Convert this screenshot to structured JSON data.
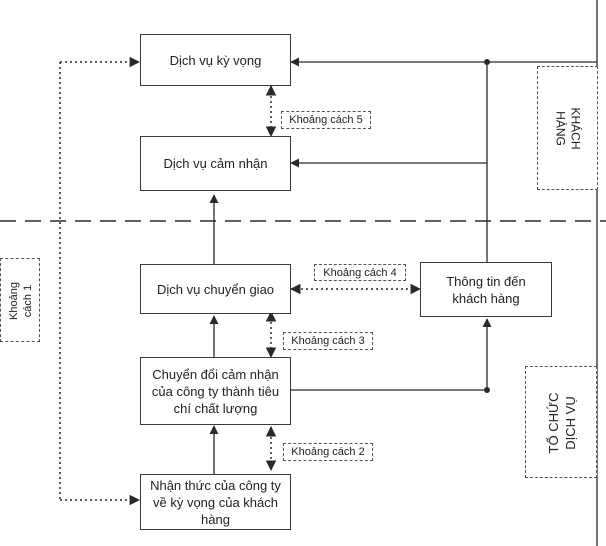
{
  "boxes": {
    "expected_service": "Dịch vụ kỳ vọng",
    "perceived_service": "Dịch vụ cảm nhận",
    "service_delivery": "Dịch vụ chuyển giao",
    "translation": "Chuyển đổi cảm nhận\ncủa công ty thành tiêu\nchí chất lượng",
    "management_perception": "Nhận thức của công ty\nvề kỳ vọng của khách\nhàng",
    "external_communication": "Thông tin đến\nkhách hàng"
  },
  "gaps": {
    "gap1": "Khoảng\ncách 1",
    "gap2": "Khoảng cách 2",
    "gap3": "Khoảng cách 3",
    "gap4": "Khoảng cách 4",
    "gap5": "Khoảng cách 5"
  },
  "sides": {
    "customer": "KHÁCH\nHÀNG",
    "organization": "TỔ CHỨC\nDỊCH VỤ"
  },
  "colors": {
    "line": "#2a2a2a",
    "border": "#3a3a3a"
  }
}
